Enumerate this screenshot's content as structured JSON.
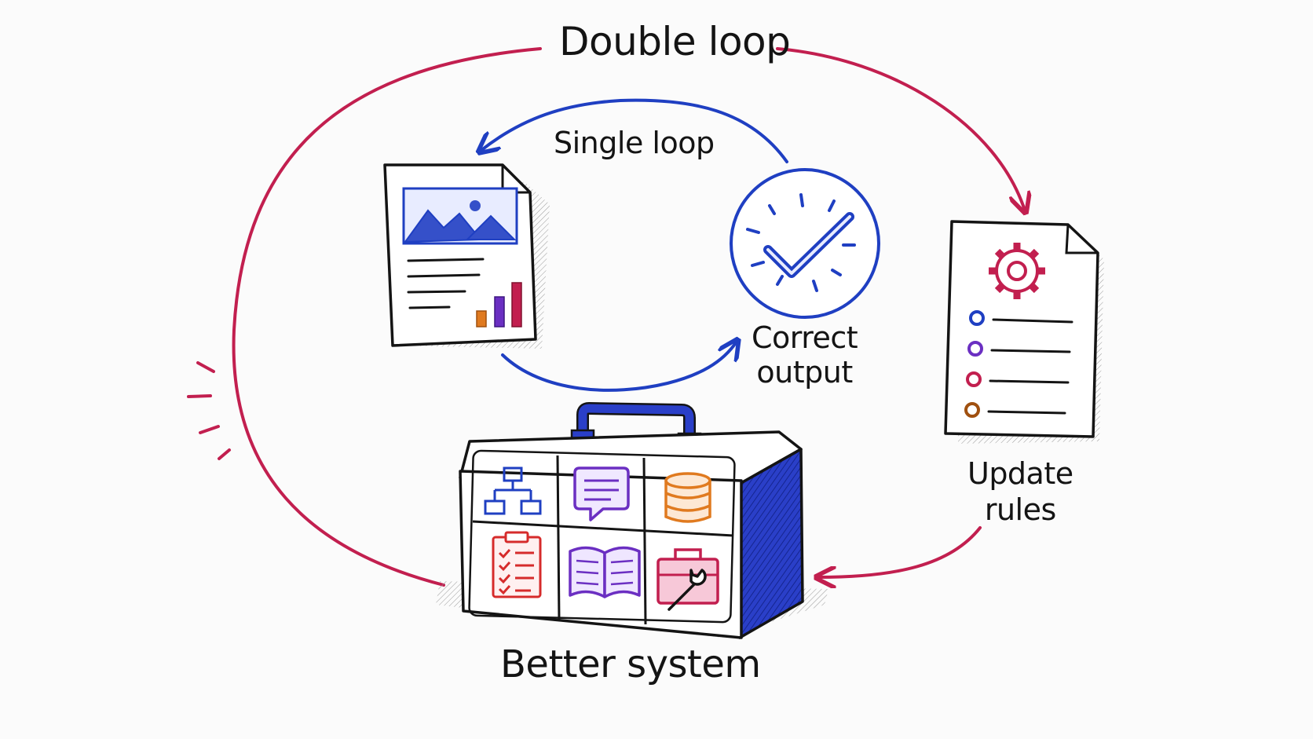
{
  "diagram": {
    "labels": {
      "double_loop": "Double loop",
      "single_loop": "Single loop",
      "correct_output_line1": "Correct",
      "correct_output_line2": "output",
      "update_rules_line1": "Update",
      "update_rules_line2": "rules",
      "better_system": "Better system"
    },
    "colors": {
      "double_loop": "#c21f4f",
      "single_loop": "#1f3fc2",
      "ink": "#141414",
      "purple": "#6b2fc2",
      "orange": "#e07a1f",
      "red": "#d62b2b",
      "toolbox_side": "#2a3fc8",
      "paper": "#ffffff"
    },
    "icons": [
      "report-document-icon",
      "checkmark-circle-icon",
      "rules-document-icon",
      "gear-icon",
      "toolbox-icon",
      "flowchart-icon",
      "chat-bubble-icon",
      "database-icon",
      "checklist-icon",
      "book-icon",
      "wrench-toolbox-icon"
    ]
  }
}
